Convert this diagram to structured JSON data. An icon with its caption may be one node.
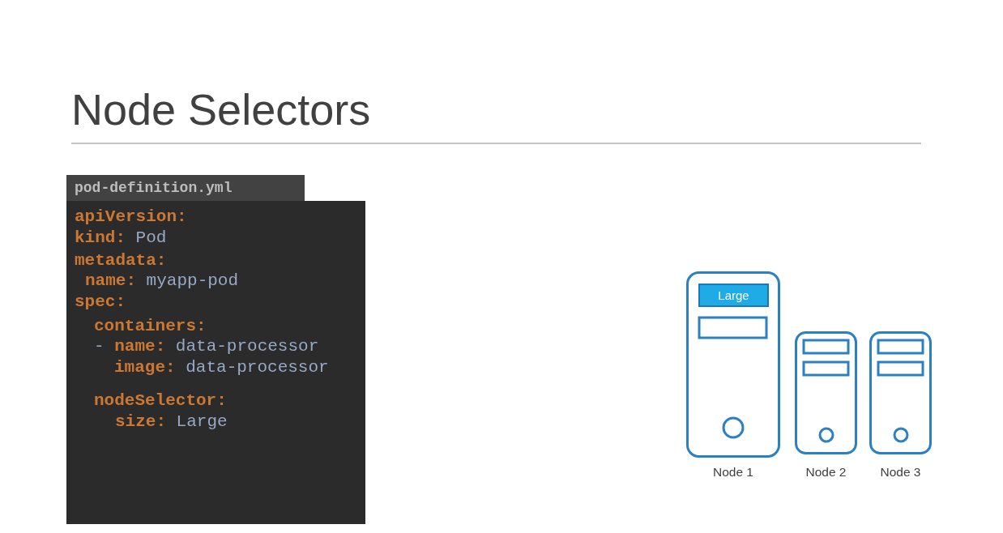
{
  "diagram": {
    "title": "Node Selectors",
    "nodes": [
      {
        "text": [
          "pod-definition.yml"
        ]
      },
      {
        "text": [
          "apiVersion:",
          "**kind:** Pod",
          "metadata:",
          "**name:** myapp-pod",
          "spec:",
          "containers:",
          "- **name:** data-processor",
          "**image:** data-processor",
          "nodeSelector:",
          "**size:** Large"
        ]
      },
      {
        "text": [
          "Node 1"
        ]
      },
      {
        "text": [
          "Large"
        ],
        "in": 2
      },
      {
        "text": [
          "Node 2"
        ]
      },
      {
        "text": [
          "Node 3"
        ]
      }
    ]
  }
}
